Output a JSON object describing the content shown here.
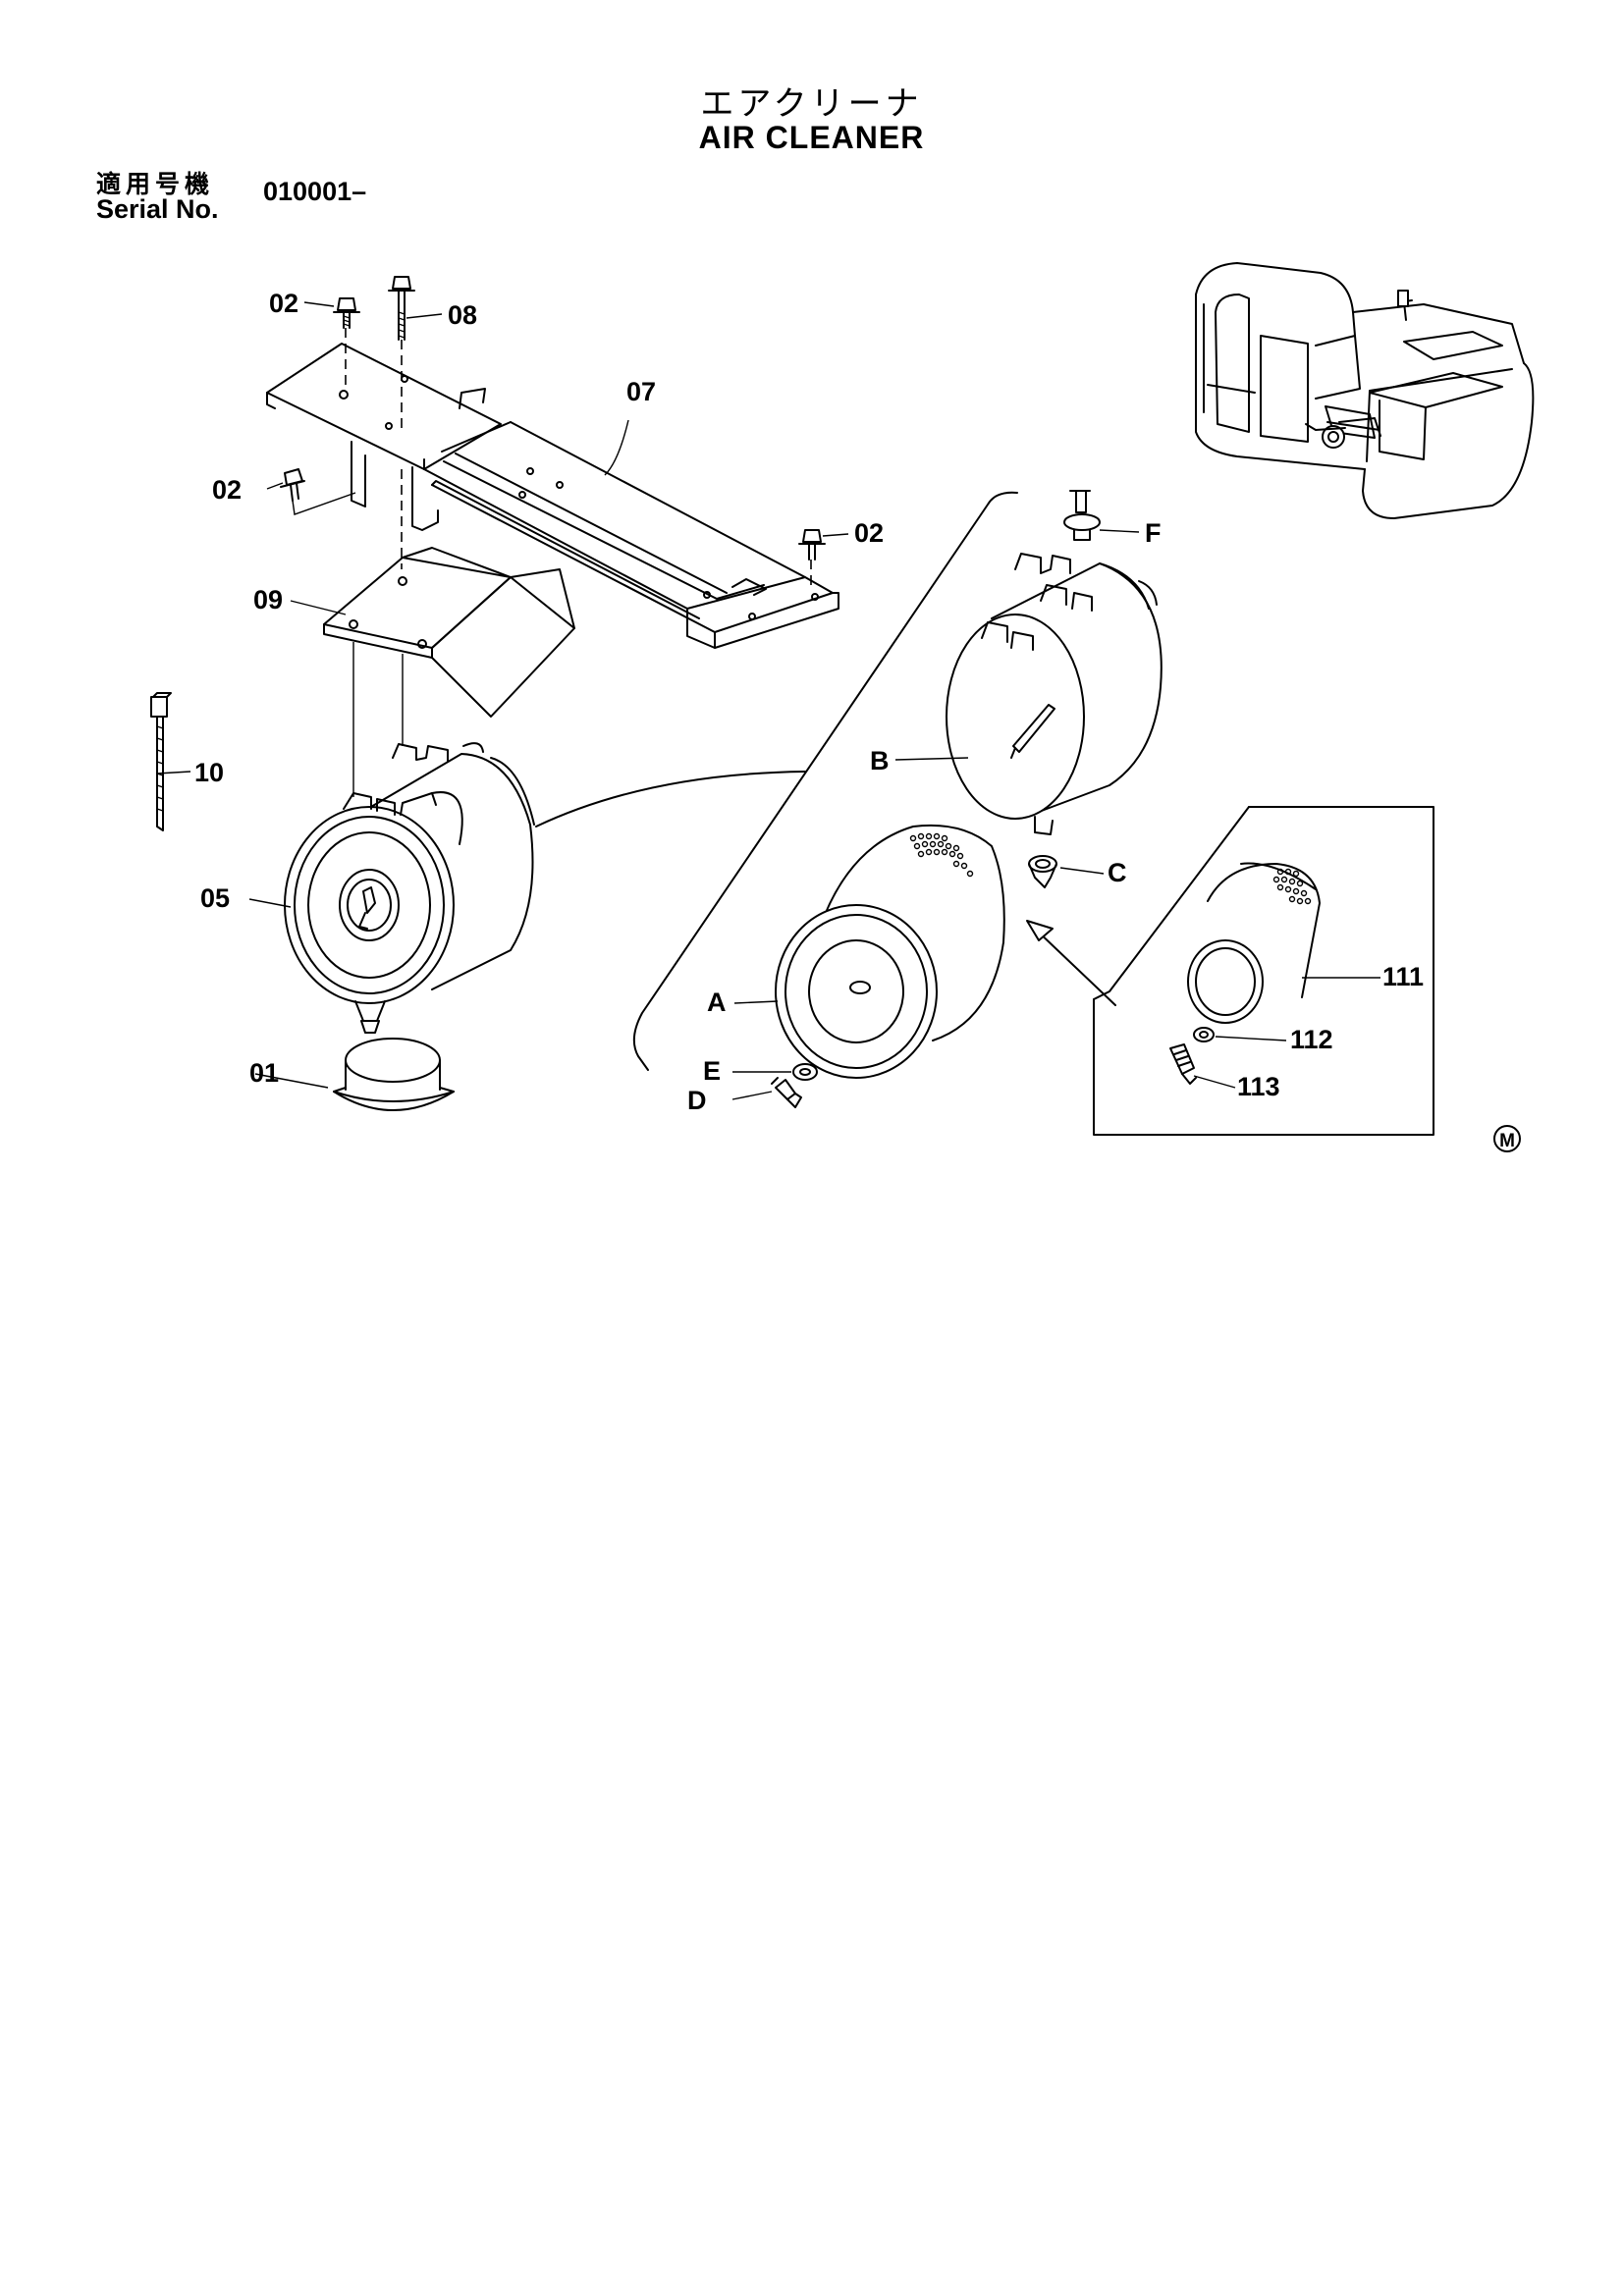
{
  "title": {
    "japanese": "エアクリーナ",
    "english": "AIR  CLEANER"
  },
  "serial": {
    "label_jp": "適用号機",
    "label_en": "Serial No.",
    "value": "010001–"
  },
  "callouts": {
    "c01": "01",
    "c02a": "02",
    "c02b": "02",
    "c02c": "02",
    "c05": "05",
    "c07": "07",
    "c08": "08",
    "c09": "09",
    "c10": "10",
    "cA": "A",
    "cB": "B",
    "cC": "C",
    "cD": "D",
    "cE": "E",
    "cF": "F",
    "c111": "111",
    "c112": "112",
    "c113": "113"
  },
  "mark": "M"
}
